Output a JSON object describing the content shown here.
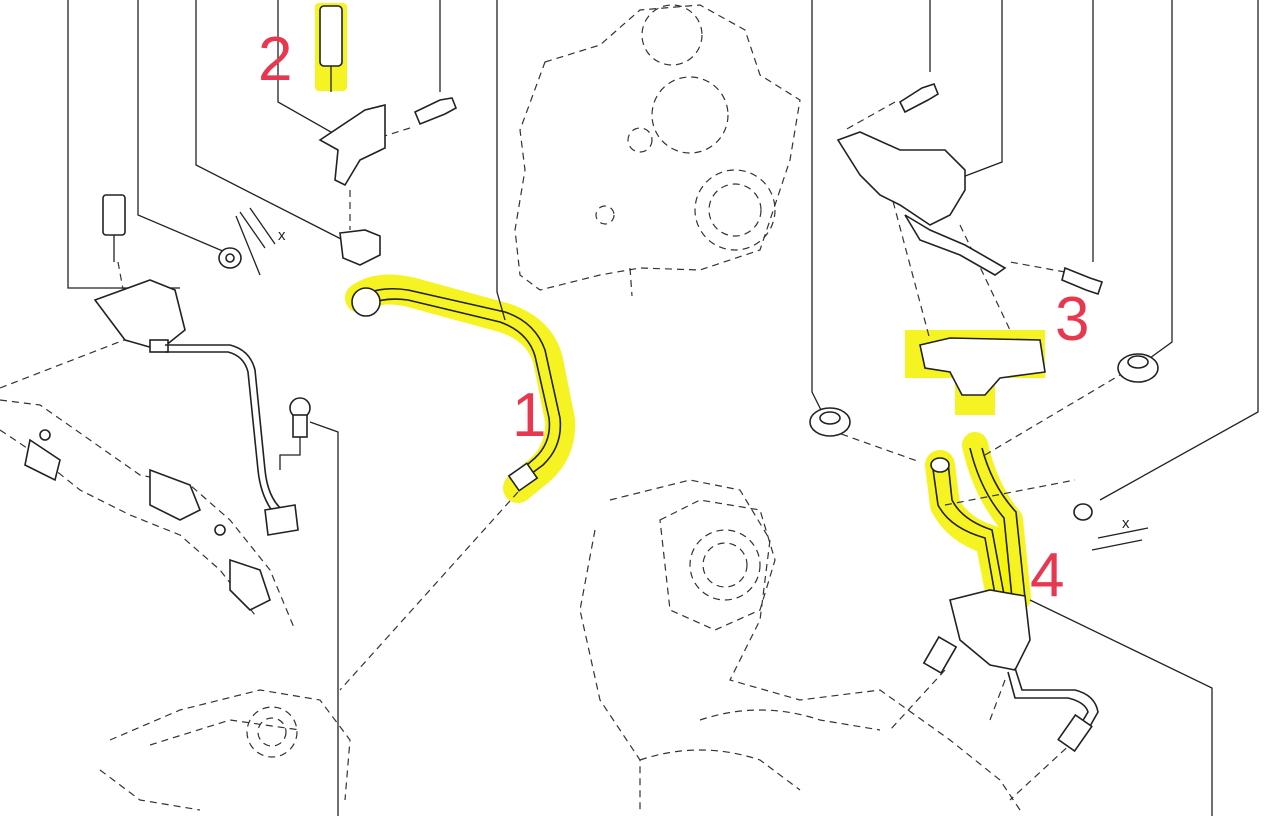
{
  "callouts": [
    {
      "id": "1",
      "label": "1"
    },
    {
      "id": "2",
      "label": "2"
    },
    {
      "id": "3",
      "label": "3"
    },
    {
      "id": "4",
      "label": "4"
    }
  ],
  "dimension_marks": [
    {
      "id": "left",
      "label": "x"
    },
    {
      "id": "right",
      "label": "x"
    }
  ],
  "colors": {
    "highlight": "#f5f20a",
    "callout": "#e8384f",
    "line": "#222222"
  }
}
